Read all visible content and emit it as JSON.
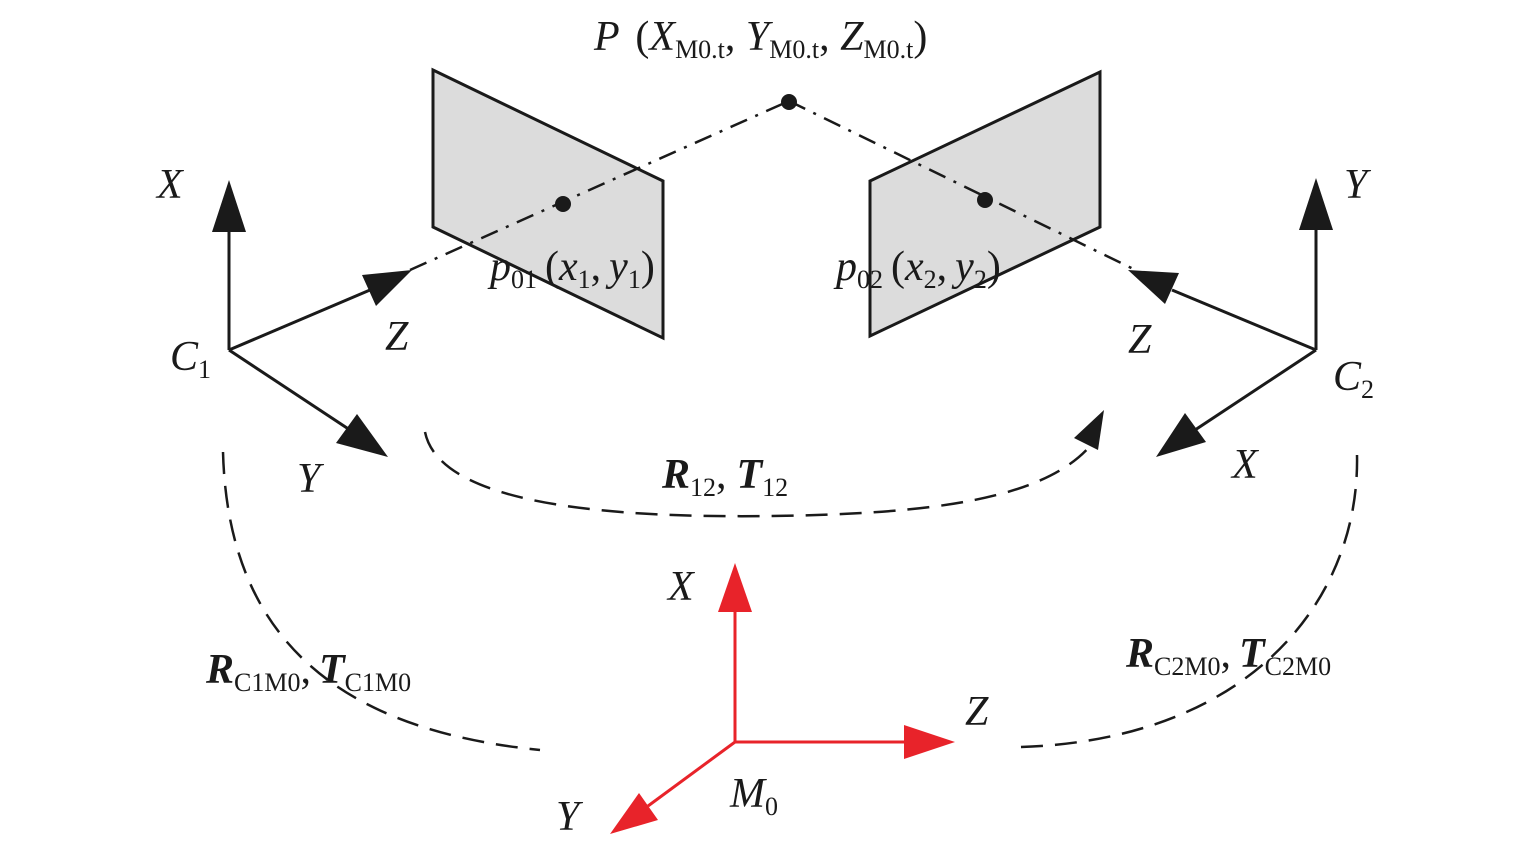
{
  "point_P": {
    "name": "P",
    "open": "(",
    "x": "X",
    "x_sub": "M0.t",
    "y": "Y",
    "y_sub": "M0.t",
    "z": "Z",
    "z_sub": "M0.t",
    "close": ")"
  },
  "image_point_1": {
    "name": "p",
    "name_sub": "01",
    "coords_open": "(",
    "x": "x",
    "x_sub": "1",
    "sep": ",",
    "y": "y",
    "y_sub": "1",
    "coords_close": ")"
  },
  "image_point_2": {
    "name": "p",
    "name_sub": "02",
    "coords_open": "(",
    "x": "x",
    "x_sub": "2",
    "sep": ",",
    "y": "y",
    "y_sub": "2",
    "coords_close": ")"
  },
  "camera_1": {
    "name": "C",
    "name_sub": "1",
    "axis_x": "X",
    "axis_y": "Y",
    "axis_z": "Z"
  },
  "camera_2": {
    "name": "C",
    "name_sub": "2",
    "axis_x": "X",
    "axis_y": "Y",
    "axis_z": "Z"
  },
  "marker_frame": {
    "name": "M",
    "name_sub": "0",
    "axis_x": "X",
    "axis_y": "Y",
    "axis_z": "Z",
    "color": "#e8232a"
  },
  "transform_12": {
    "r": "R",
    "r_sub": "12",
    "sep": ",",
    "t": "T",
    "t_sub": "12"
  },
  "transform_c1": {
    "r": "R",
    "r_sub": "C1M0",
    "sep": ",",
    "t": "T",
    "t_sub": "C1M0"
  },
  "transform_c2": {
    "r": "R",
    "r_sub": "C2M0",
    "sep": ",",
    "t": "T",
    "t_sub": "C2M0"
  },
  "colors": {
    "line": "#1a1a1a",
    "plane_fill": "#dcdcdc",
    "marker_axes": "#e8232a"
  }
}
